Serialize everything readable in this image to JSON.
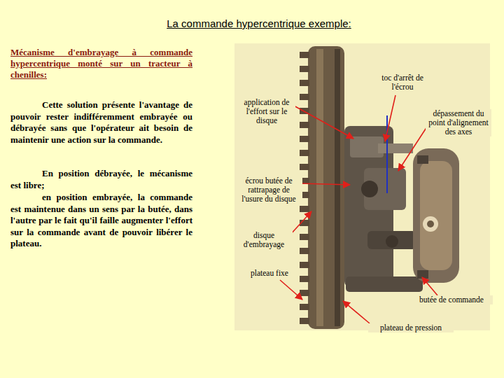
{
  "diagram": {
    "title": "La commande hypercentrique exemple:",
    "labels": [
      "Mécanisme d'embrayage à commande hypercentrique monté sur un tracteur à chenilles:",
      "Cette solution présente l'avantage de pouvoir rester indifféremment embrayée ou débrayée sans que l'opérateur ait besoin de maintenir une action sur la commande.",
      "En position débrayée, le mécanisme est libre;",
      "en position embrayée, la commande est maintenue dans un sens par la butée, dans l'autre par le fait qu'il faille augmenter l'effort sur la commande avant de pouvoir libérer le plateau.",
      "toc d'arrêt de l'écrou",
      "application de l'effort sur le disque",
      "dépassement du point d'alignement des axes",
      "écrou butée de rattrapage de l'usure du disque",
      "disque d'embrayage",
      "plateau fixe",
      "butée de commande",
      "plateau de pression"
    ]
  }
}
